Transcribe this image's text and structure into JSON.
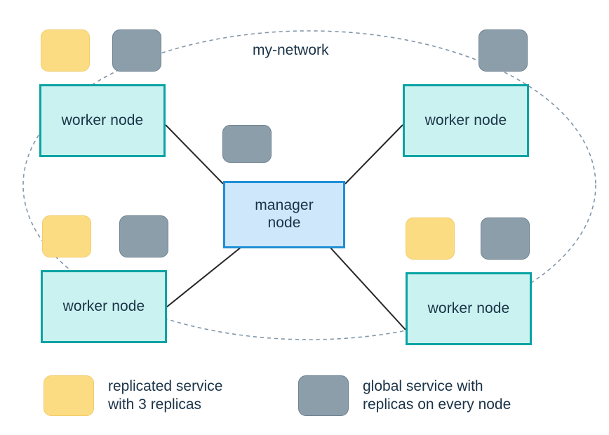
{
  "diagram": {
    "network_label": "my-network",
    "manager": {
      "label": "manager\nnode"
    },
    "workers": [
      {
        "label": "worker node"
      },
      {
        "label": "worker node"
      },
      {
        "label": "worker node"
      },
      {
        "label": "worker node"
      }
    ],
    "legend": [
      {
        "swatch": "replicated",
        "text": "replicated service\nwith 3 replicas"
      },
      {
        "swatch": "global",
        "text": "global service with\nreplicas on every node"
      }
    ],
    "colors": {
      "worker_fill": "#c9f2f0",
      "worker_border": "#0aa3a3",
      "manager_fill": "#cfe7fa",
      "manager_border": "#1f8fd6",
      "replicated_fill": "#fcdc82",
      "global_fill": "#8d9eab",
      "text": "#1b3347",
      "edge": "#262626",
      "network_outline": "#8296a8"
    }
  }
}
